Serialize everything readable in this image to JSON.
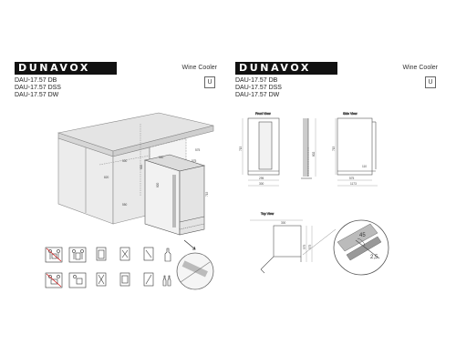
{
  "pages": [
    {
      "brand": "DUNAVOX",
      "product_type": "Wine Cooler",
      "badge": "U",
      "models": [
        "DAU-17.57 DB",
        "DAU-17.57 DSS",
        "DAU-17.57 DW"
      ]
    },
    {
      "brand": "DUNAVOX",
      "product_type": "Wine Cooler",
      "badge": "U",
      "models": [
        "DAU-17.57 DB",
        "DAU-17.57 DSS",
        "DAU-17.57 DW"
      ],
      "view_labels": {
        "front": "Front View",
        "side": "Side View",
        "top": "Top View"
      },
      "dimensions": {
        "front_height": "715",
        "front_width_1": "295",
        "front_width_2": "300",
        "side_height": "802",
        "side_depth_1": "575",
        "side_depth_2": "1173",
        "side_detail": "110",
        "top_depth_1": "575",
        "top_depth_2": "575",
        "top_width": "300",
        "angle": "45",
        "gap": "2,5"
      }
    }
  ],
  "left_dimensions": {
    "cab_height": "820",
    "cab_width": "300",
    "cab_depth": "575",
    "cab_depth_2": "550",
    "cab_min": "820",
    "cab_height_2": "715",
    "plinth": "100",
    "niche_width": "300",
    "niche_depth": "575",
    "niche_height": "820"
  }
}
